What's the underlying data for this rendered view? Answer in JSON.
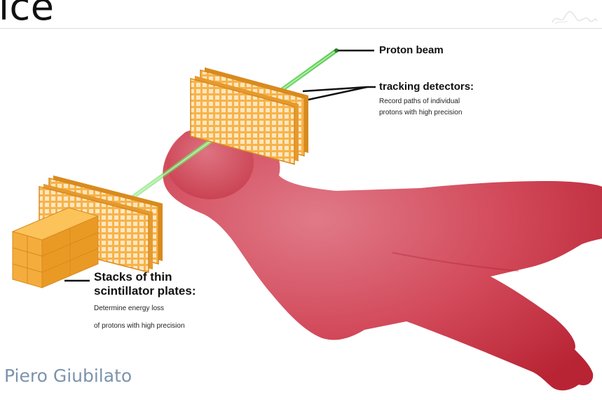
{
  "slide": {
    "title": "ice",
    "author": "Piero Giubilato"
  },
  "diagram": {
    "labels": {
      "proton_beam": "Proton beam",
      "tracking_title": "tracking detectors:",
      "tracking_desc_line1": "Record paths of individual",
      "tracking_desc_line2": "protons with high precision",
      "stacks_title_line1": "Stacks of thin",
      "stacks_title_line2": "scintillator plates:",
      "stacks_desc_line1": "Determine energy loss",
      "stacks_desc_line2": "of protons with high precision"
    },
    "icons": {
      "watermark": "logo-watermark-icon",
      "patient": "patient-body-icon",
      "beam": "proton-beam-icon",
      "tracker": "tracking-detector-icon",
      "calorimeter": "scintillator-stack-icon"
    },
    "colors": {
      "body": "#c8313f",
      "body_highlight": "#e07a88",
      "detector": "#f6b24a",
      "detector_edge": "#d98a1e",
      "beam": "#5fd35a",
      "author": "#7b93ad"
    }
  }
}
